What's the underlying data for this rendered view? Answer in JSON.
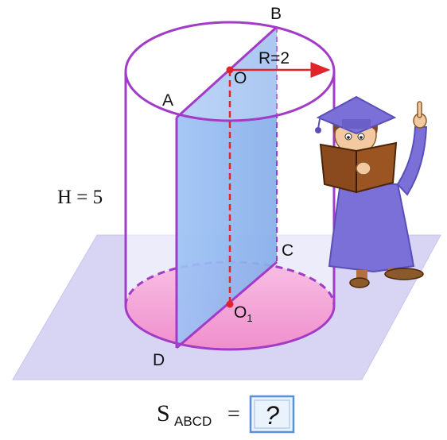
{
  "labels": {
    "point_a": "A",
    "point_b": "B",
    "point_c": "C",
    "point_d": "D",
    "point_o": "O",
    "point_o1": "O",
    "point_o1_sub": "1",
    "radius": "R=2",
    "height": "H = 5"
  },
  "formula": {
    "prefix": "S",
    "subscript": "ABCD",
    "equals": "=",
    "answer": "?"
  },
  "colors": {
    "cylinder_outline": "#a33bc9",
    "plane": "#d6d2f2",
    "base_fill": "#f3a8d8",
    "section_fill": "#8fb8f0",
    "axis": "#e0242a",
    "answer_box": "#5b8fd6"
  },
  "icons": {
    "character": "professor-reading-book-icon"
  }
}
